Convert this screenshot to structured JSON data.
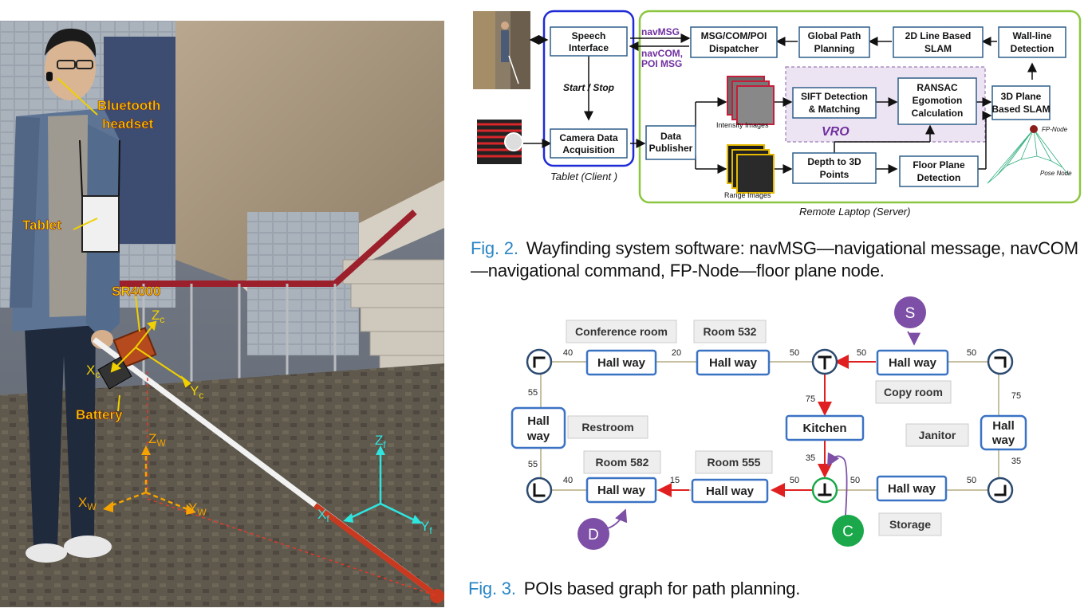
{
  "photo": {
    "labels": {
      "bluetooth_line1": "Bluetooth",
      "bluetooth_line2": "headset",
      "tablet": "Tablet",
      "sensor": "SR4000",
      "battery": "Battery"
    },
    "axes": {
      "zc": "Z",
      "zc_sub": "c",
      "xc": "X",
      "xc_sub": "c",
      "yc": "Y",
      "yc_sub": "c",
      "zw": "Z",
      "zw_sub": "W",
      "xw": "X",
      "xw_sub": "W",
      "yw": "Y",
      "yw_sub": "W",
      "zf": "Z",
      "zf_sub": "f",
      "xf": "X",
      "xf_sub": "f",
      "yf": "Y",
      "yf_sub": "f"
    }
  },
  "fig2": {
    "blocks": {
      "speech_l1": "Speech",
      "speech_l2": "Interface",
      "camera_l1": "Camera Data",
      "camera_l2": "Acquisition",
      "publisher_l1": "Data",
      "publisher_l2": "Publisher",
      "dispatcher_l1": "MSG/COM/POI",
      "dispatcher_l2": "Dispatcher",
      "global_l1": "Global Path",
      "global_l2": "Planning",
      "slam2d_l1": "2D Line Based",
      "slam2d_l2": "SLAM",
      "wallline_l1": "Wall-line",
      "wallline_l2": "Detection",
      "sift_l1": "SIFT Detection",
      "sift_l2": "& Matching",
      "ransac_l1": "RANSAC",
      "ransac_l2": "Egomotion",
      "ransac_l3": "Calculation",
      "slam3d_l1": "3D Plane",
      "slam3d_l2": "Based SLAM",
      "depth_l1": "Depth to 3D",
      "depth_l2": "Points",
      "floor_l1": "Floor Plane",
      "floor_l2": "Detection"
    },
    "labels": {
      "navmsg": "navMSG",
      "navcom": "navCOM,",
      "poimsg": "POI MSG",
      "startstop": "Start / Stop",
      "vro": "VRO",
      "intensity": "Intensity Images",
      "range": "Range Images",
      "fpnode": "FP-Node",
      "posenode": "Pose Node",
      "client": "Tablet (Client )",
      "server": "Remote Laptop (Server)"
    },
    "colors": {
      "client_border": "#1f2bd6",
      "server_border": "#8cc63f",
      "block_border": "#2e5f8a",
      "vro_fill": "#e9e0f2",
      "msg_text": "#7030a0"
    }
  },
  "captions": {
    "fig2_num": "Fig. 2.",
    "fig2_text": "Wayfinding system software: navMSG—navigational message, navCOM—navigational command, FP-Node—floor plane node.",
    "fig3_num": "Fig. 3.",
    "fig3_text": "POIs based graph for path planning."
  },
  "fig3": {
    "rooms": {
      "conference": "Conference room",
      "room532": "Room 532",
      "copy": "Copy room",
      "restroom": "Restroom",
      "janitor": "Janitor",
      "room582": "Room 582",
      "room555": "Room 555",
      "storage": "Storage"
    },
    "halls": {
      "h1": "Hall way",
      "h2": "Hall way",
      "h3": "Hall way",
      "left_l1": "Hall",
      "left_l2": "way",
      "right_l1": "Hall",
      "right_l2": "way",
      "kitchen": "Kitchen",
      "b1": "Hall way",
      "b2": "Hall way",
      "b3": "Hall way"
    },
    "weights": {
      "w_tl_h1": "40",
      "w_h1_h2": "20",
      "w_h2_t": "50",
      "w_t_h3": "50",
      "w_h3_tr": "50",
      "w_tl_left": "55",
      "w_left_bl": "55",
      "w_t_kitchen": "75",
      "w_kitchen_bj": "35",
      "w_tr_right": "75",
      "w_right_br": "35",
      "w_bl_b1": "40",
      "w_b1_b2": "15",
      "w_b2_bj": "50",
      "w_bj_b3": "50",
      "w_b3_br": "50"
    },
    "nodes": {
      "corner_tl": "⌜",
      "t_junction": "T",
      "corner_tr": "⌝",
      "corner_bl": "L",
      "bottom_junction": "⊥",
      "corner_br": "⌟"
    },
    "markers": {
      "start": "S",
      "dest": "D",
      "current": "C"
    },
    "colors": {
      "node_border": "#2c4a70",
      "hall_border": "#3b73c4",
      "path": "#e02020",
      "graph_edge": "#c6c0a0",
      "marker_purple": "#7d4fa6",
      "marker_green": "#1aa84a"
    }
  }
}
